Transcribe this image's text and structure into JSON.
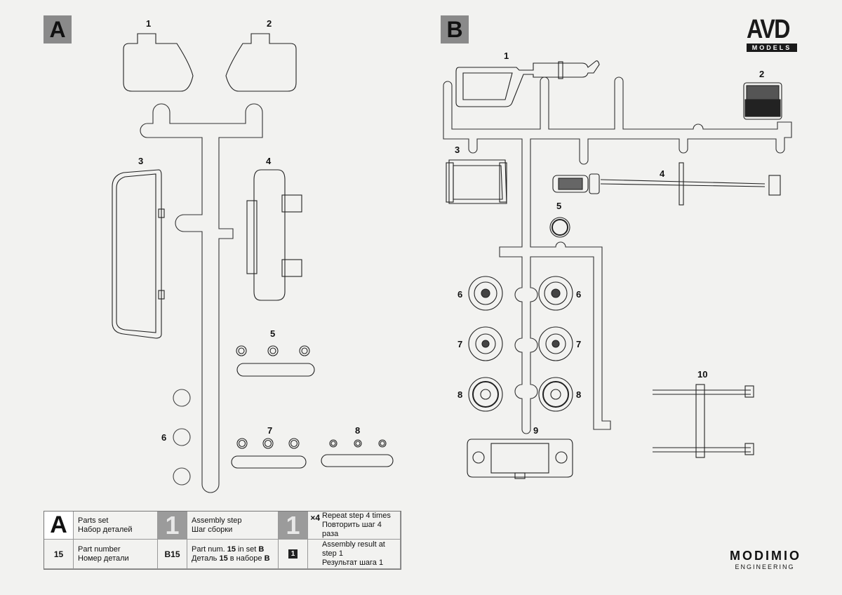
{
  "sprue_a": {
    "badge": "A",
    "labels": [
      "1",
      "2",
      "3",
      "4",
      "5",
      "6",
      "7",
      "8"
    ]
  },
  "sprue_b": {
    "badge": "B",
    "labels": [
      "1",
      "2",
      "3",
      "4",
      "5",
      "6",
      "6",
      "7",
      "7",
      "8",
      "8",
      "9",
      "10"
    ]
  },
  "brand": {
    "avd_main": "AVD",
    "avd_sub": "MODELS",
    "modimio_main": "MODIMIO",
    "modimio_sub": "ENGINEERING"
  },
  "legend": {
    "parts_set_symbol": "A",
    "parts_set_en": "Parts set",
    "parts_set_ru": "Набор деталей",
    "step_symbol": "1",
    "step_en": "Assembly step",
    "step_ru": "Шаг сборки",
    "repeat_symbol": "1",
    "repeat_mult": "×4",
    "repeat_en": "Repeat step 4 times",
    "repeat_ru": "Повторить шаг 4 раза",
    "part_number_symbol": "15",
    "part_number_en": "Part number",
    "part_number_ru": "Номер детали",
    "part_in_set_symbol": "B15",
    "part_in_set_en_pre": "Part num. ",
    "part_in_set_en_num": "15",
    "part_in_set_en_mid": " in set ",
    "part_in_set_en_set": "B",
    "part_in_set_ru_pre": "Деталь ",
    "part_in_set_ru_num": "15",
    "part_in_set_ru_mid": " в наборе ",
    "part_in_set_ru_set": "B",
    "result_symbol": "1",
    "result_en": "Assembly result at step 1",
    "result_ru": "Результат шага 1"
  }
}
